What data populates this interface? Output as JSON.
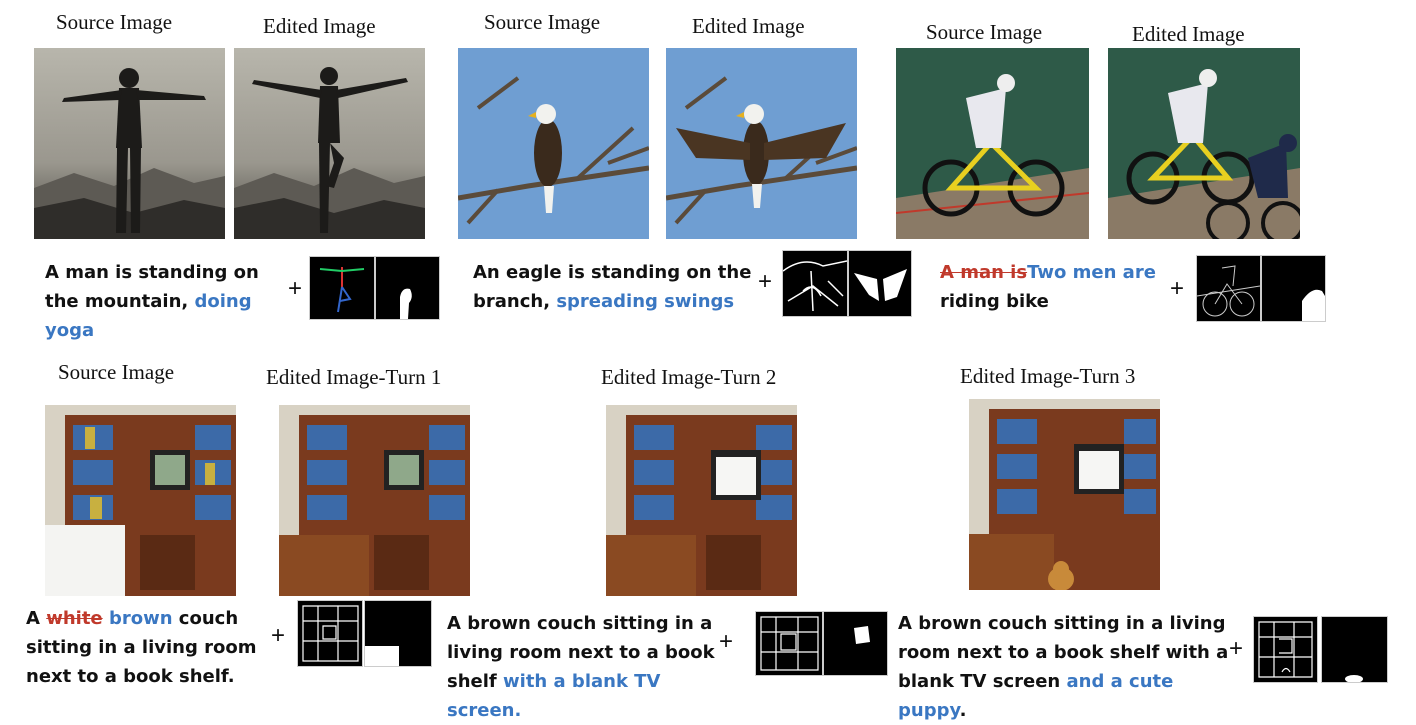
{
  "labels": {
    "source": "Source Image",
    "edited": "Edited Image",
    "turn1": "Edited Image-Turn  1",
    "turn2": "Edited Image-Turn  2",
    "turn3": "Edited Image-Turn  3"
  },
  "captions": {
    "yoga": {
      "pre": "A man is standing on the mountain,",
      "hl": "doing yoga"
    },
    "eagle": {
      "pre": "An eagle is standing on the branch,",
      "hl": "spreading swings"
    },
    "bike": {
      "del": "A man is",
      "hl": "Two men are",
      "post": "riding bike"
    },
    "turn1": {
      "a": "A",
      "del": "white",
      "hl": "brown",
      "post": "couch sitting in a living room next to a book shelf."
    },
    "turn2": {
      "pre": "A brown couch sitting in a living room next to a book shelf",
      "hl": "with a blank TV screen."
    },
    "turn3": {
      "pre": "A brown couch sitting in a living room next to a book shelf with a blank TV screen",
      "hl": "and a cute puppy",
      "end": "."
    }
  },
  "plus": "+",
  "colors": {
    "highlight": "#3a77c2",
    "strike": "#c0392b"
  }
}
